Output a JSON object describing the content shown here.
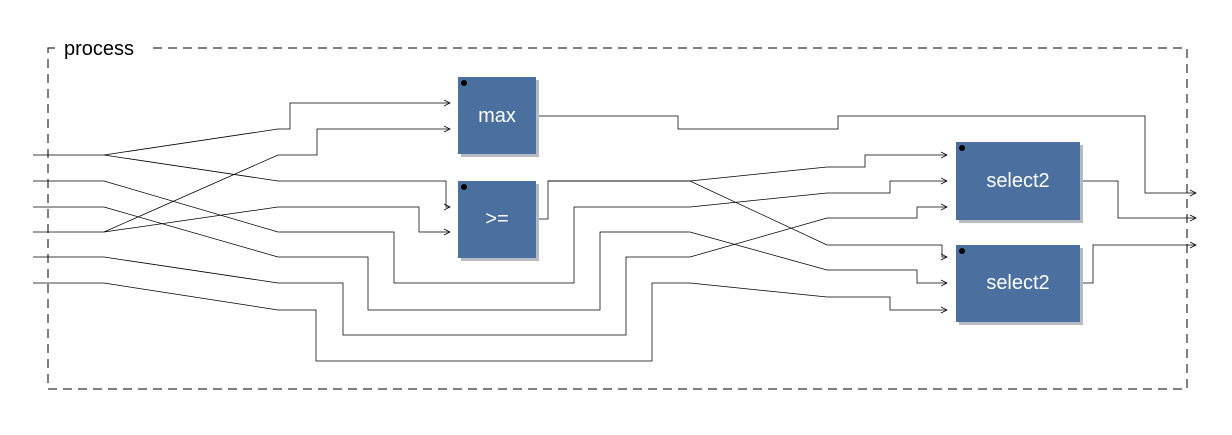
{
  "diagram": {
    "title": "process",
    "blocks": [
      {
        "id": "max",
        "label": "max"
      },
      {
        "id": "ge",
        "label": ">="
      },
      {
        "id": "select2-top",
        "label": "select2"
      },
      {
        "id": "select2-bottom",
        "label": "select2"
      }
    ],
    "inputs": 6,
    "outputs": 3
  }
}
